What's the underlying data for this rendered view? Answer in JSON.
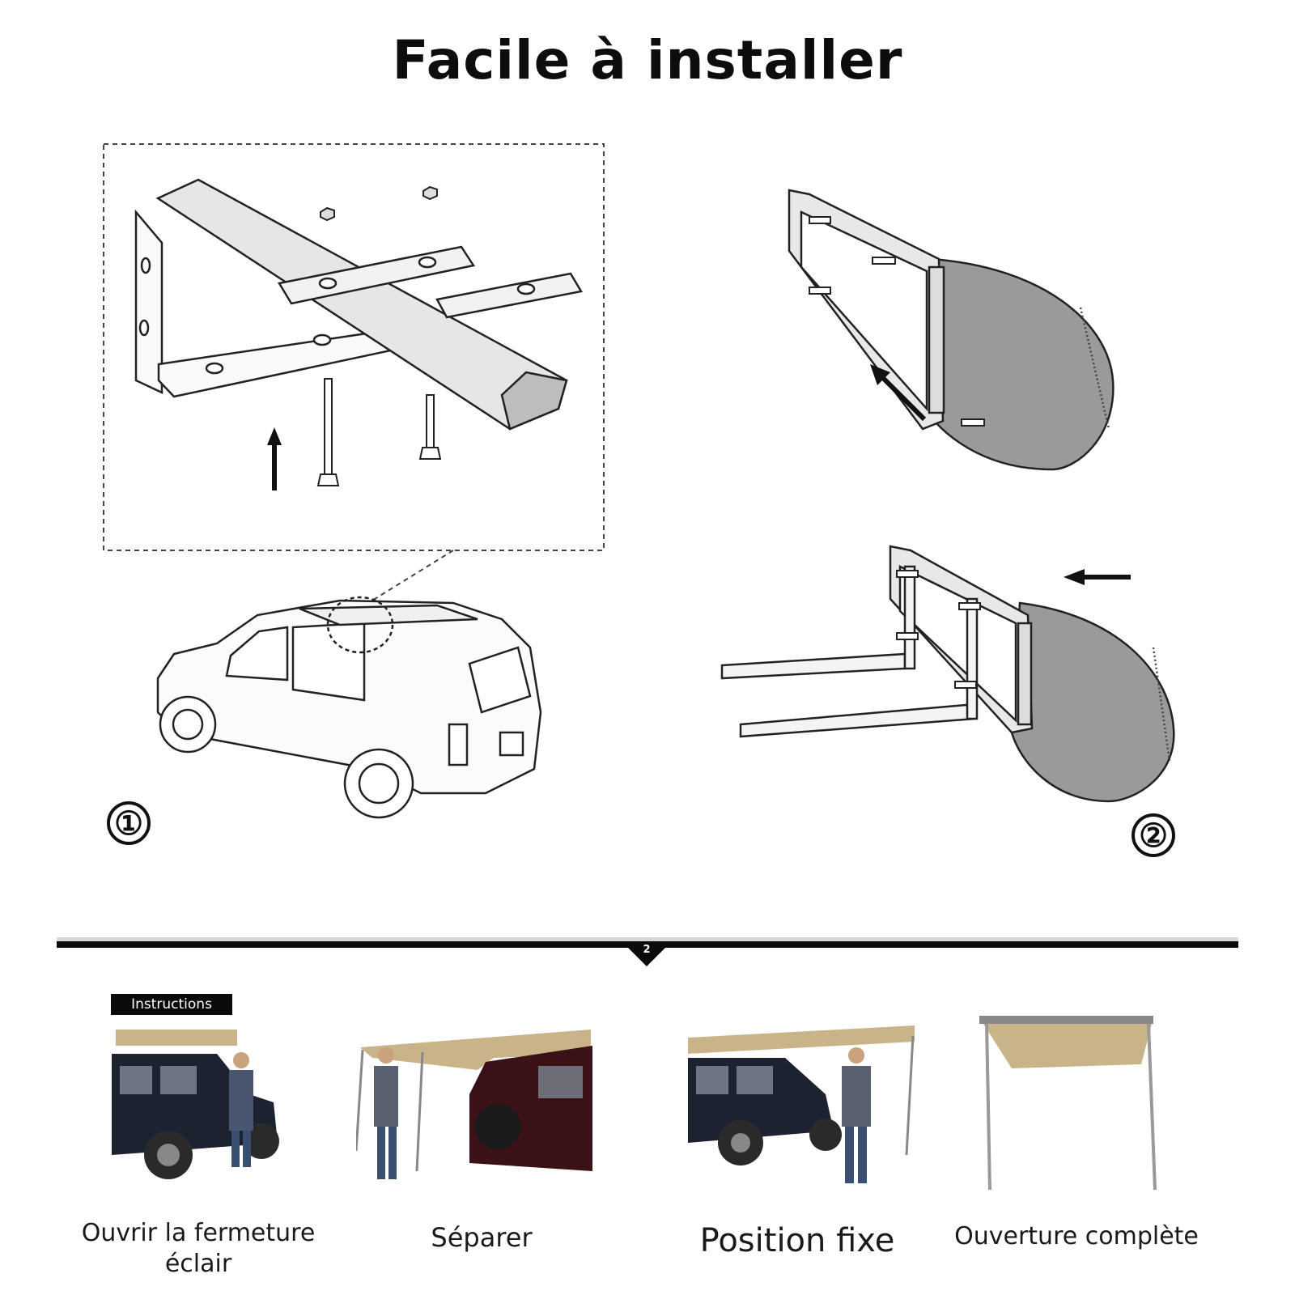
{
  "title": "Facile à installer",
  "steps": [
    "①",
    "②"
  ],
  "divider_number": "2",
  "instructions_label": "Instructions",
  "captions": [
    "Ouvrir la fermeture éclair",
    "Séparer",
    "Position fixe",
    "Ouverture complète"
  ],
  "colors": {
    "awning_fabric": "#9a9a9a",
    "awning_tan": "#c9b48a",
    "line": "#222222",
    "divider": "#0a0a0a"
  }
}
